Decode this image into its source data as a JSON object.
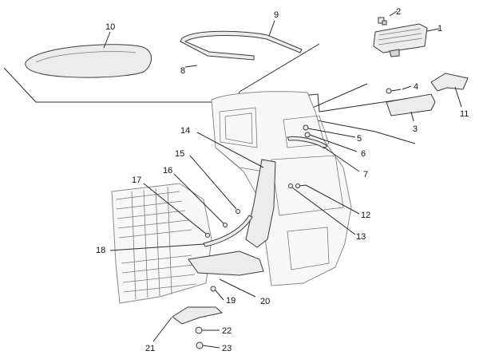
{
  "callouts": [
    {
      "id": "1",
      "text": "1"
    },
    {
      "id": "2",
      "text": "2"
    },
    {
      "id": "3",
      "text": "3"
    },
    {
      "id": "4",
      "text": "4"
    },
    {
      "id": "5",
      "text": "5"
    },
    {
      "id": "6",
      "text": "6"
    },
    {
      "id": "7",
      "text": "7"
    },
    {
      "id": "8",
      "text": "8"
    },
    {
      "id": "9",
      "text": "9"
    },
    {
      "id": "10",
      "text": "10"
    },
    {
      "id": "11",
      "text": "11"
    },
    {
      "id": "12",
      "text": "12"
    },
    {
      "id": "13",
      "text": "13"
    },
    {
      "id": "14",
      "text": "14"
    },
    {
      "id": "15",
      "text": "15"
    },
    {
      "id": "16",
      "text": "16"
    },
    {
      "id": "17",
      "text": "17"
    },
    {
      "id": "18",
      "text": "18"
    },
    {
      "id": "19",
      "text": "19"
    },
    {
      "id": "20",
      "text": "20"
    },
    {
      "id": "21",
      "text": "21"
    },
    {
      "id": "22",
      "text": "22"
    },
    {
      "id": "23",
      "text": "23"
    }
  ],
  "colors": {
    "line": "#2a2a2a",
    "part_fill": "#ececec",
    "background": "#ffffff"
  }
}
